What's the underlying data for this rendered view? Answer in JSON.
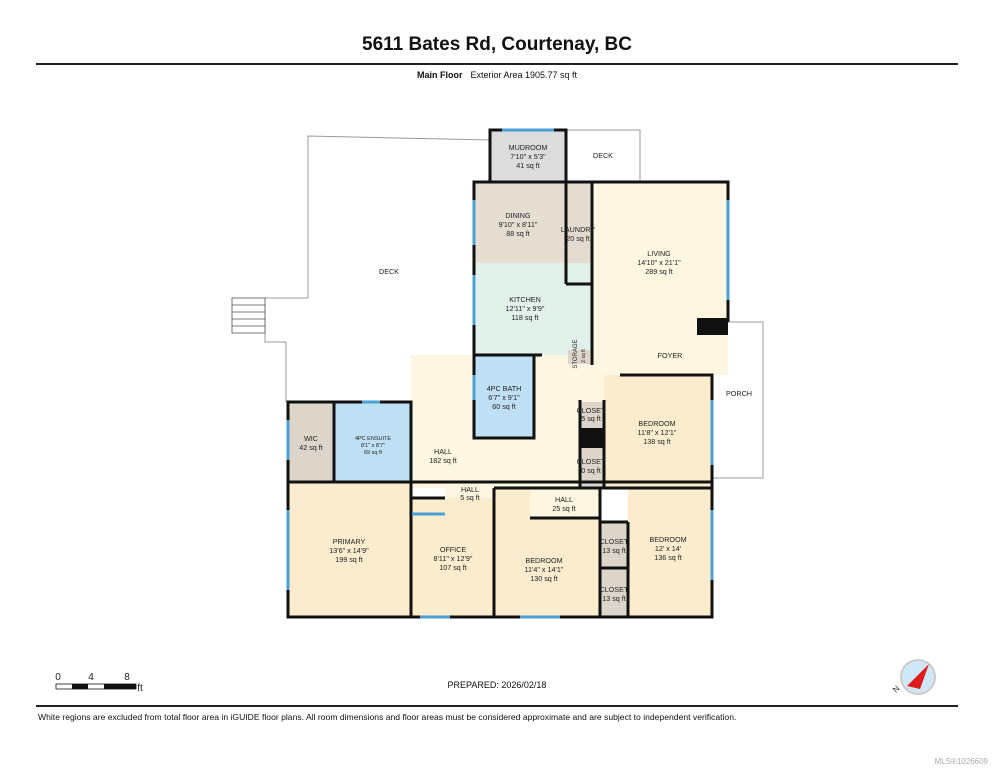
{
  "header": {
    "title": "5611 Bates Rd, Courtenay, BC"
  },
  "floor": {
    "name": "Main Floor",
    "exterior_area": "Exterior Area 1905.77 sq ft"
  },
  "rooms": {
    "mudroom": {
      "name": "MUDROOM",
      "dims": "7'10\" x 5'3\"",
      "area": "41 sq ft"
    },
    "deck_small": {
      "name": "DECK"
    },
    "deck_large": {
      "name": "DECK"
    },
    "dining": {
      "name": "DINING",
      "dims": "9'10\" x 8'11\"",
      "area": "88 sq ft"
    },
    "laundry": {
      "name": "LAUNDRY",
      "area": "20 sq ft"
    },
    "living": {
      "name": "LIVING",
      "dims": "14'10\" x 21'1\"",
      "area": "289 sq ft"
    },
    "kitchen": {
      "name": "KITCHEN",
      "dims": "12'11\" x 9'9\"",
      "area": "118 sq ft"
    },
    "storage": {
      "name": "STORAGE",
      "area": "2 sq ft"
    },
    "foyer": {
      "name": "FOYER"
    },
    "porch": {
      "name": "PORCH"
    },
    "bath": {
      "name": "4PC BATH",
      "dims": "6'7\" x 9'1\"",
      "area": "60 sq ft"
    },
    "wic": {
      "name": "WIC",
      "area": "42 sq ft"
    },
    "ensuite": {
      "name": "4PC ENSUITE",
      "dims": "8'1\" x 8'7\"",
      "area": "69 sq ft"
    },
    "hall_main": {
      "name": "HALL",
      "area": "182 sq ft"
    },
    "closet_5": {
      "name": "CLOSET",
      "area": "5 sq ft"
    },
    "closet_0": {
      "name": "CLOSET",
      "area": "0 sq ft"
    },
    "bedroom_ne": {
      "name": "BEDROOM",
      "dims": "11'8\" x 12'1\"",
      "area": "138 sq ft"
    },
    "primary": {
      "name": "PRIMARY",
      "dims": "13'6\" x 14'9\"",
      "area": "199 sq ft"
    },
    "hall_5": {
      "name": "HALL",
      "area": "5 sq ft"
    },
    "office": {
      "name": "OFFICE",
      "dims": "8'11\" x 12'9\"",
      "area": "107 sq ft"
    },
    "hall_25": {
      "name": "HALL",
      "area": "25 sq ft"
    },
    "bedroom_s": {
      "name": "BEDROOM",
      "dims": "11'4\" x 14'1\"",
      "area": "130 sq ft"
    },
    "closet_13a": {
      "name": "CLOSET",
      "area": "13 sq ft"
    },
    "closet_13b": {
      "name": "CLOSET",
      "area": "13 sq ft"
    },
    "bedroom_se": {
      "name": "BEDROOM",
      "dims": "12' x 14'",
      "area": "136 sq ft"
    }
  },
  "scale": {
    "ticks": [
      "0",
      "4",
      "8"
    ],
    "unit": "ft"
  },
  "prepared": "PREPARED: 2026/02/18",
  "compass": {
    "label": "N"
  },
  "disclaimer": "White regions are excluded from total floor area in iGUIDE floor plans. All room dimensions and floor areas must be considered approximate and are subject to independent verification.",
  "watermark": "MLS®1026609",
  "colors": {
    "wall": "#111111",
    "window": "#4a9fd4",
    "bath": "#bfe0f4",
    "bedroom": "#fbeccd",
    "hall": "#fdf6e1",
    "kitchen": "#e2f0ea",
    "dining": "#e6ddd1",
    "closet": "#ddd5ca",
    "mudroom": "#dcdcdc"
  }
}
